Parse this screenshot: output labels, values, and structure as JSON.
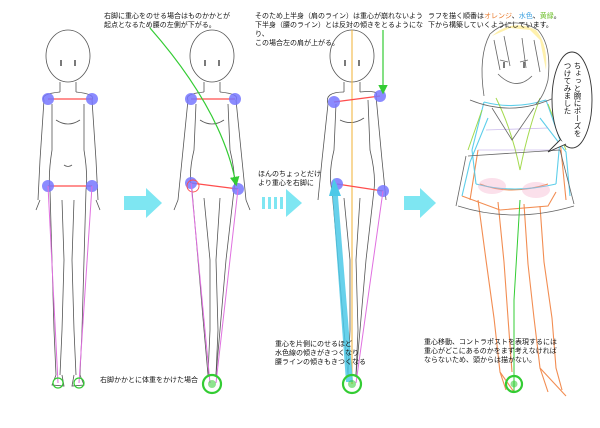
{
  "notes": {
    "fig2_top": "右脚に重心をのせる場合はものかかとが\n起点となるため腰の左側が下がる。",
    "fig2_mid": "ほんのちょっとだけ\nより重心を右脚に",
    "fig1_bottom": "右脚かかとに体重をかけた場合",
    "fig3_top": "そのため上半身（肩のライン）は重心が崩れないよう\n下半身（腰のライン）とは反対の傾きをとるようになり、\nこの場合左の肩が上がる。",
    "fig3_bottom": "重心を片側にのせるほど\n水色線の傾きがきつくなり\n腰ラインの傾きもきつくなる",
    "fig4_top_pre": "ラフを描く順番はオレンジ、",
    "fig4_top_c1": "水色",
    "fig4_top_sep": "、",
    "fig4_top_c2": "黄緑",
    "fig4_top_post": "。\n下から構築していくようにしています。",
    "fig4_bottom": "重心移動、コントラポストを表現するには\n重心がどこにあるのかをまず考えなければ\nならないため、頭からは描かない。",
    "speech": "ちょっと腕にポーズを\nつけてみました"
  },
  "colors": {
    "shoulder_line": "#ff4d4d",
    "joint": "#7777ff",
    "leg_line": "#e070e0",
    "balance_line": "#f2b233",
    "accent": "#4cc9e8",
    "ground": "#33cc33",
    "orange": "#f07a35",
    "cyan": "#4cc9e8",
    "lime": "#9ad63b",
    "arrow": "#7ee6f2",
    "text_orange": "#e8782a",
    "text_blue": "#3aa0e0",
    "text_green": "#6cbf2a"
  }
}
